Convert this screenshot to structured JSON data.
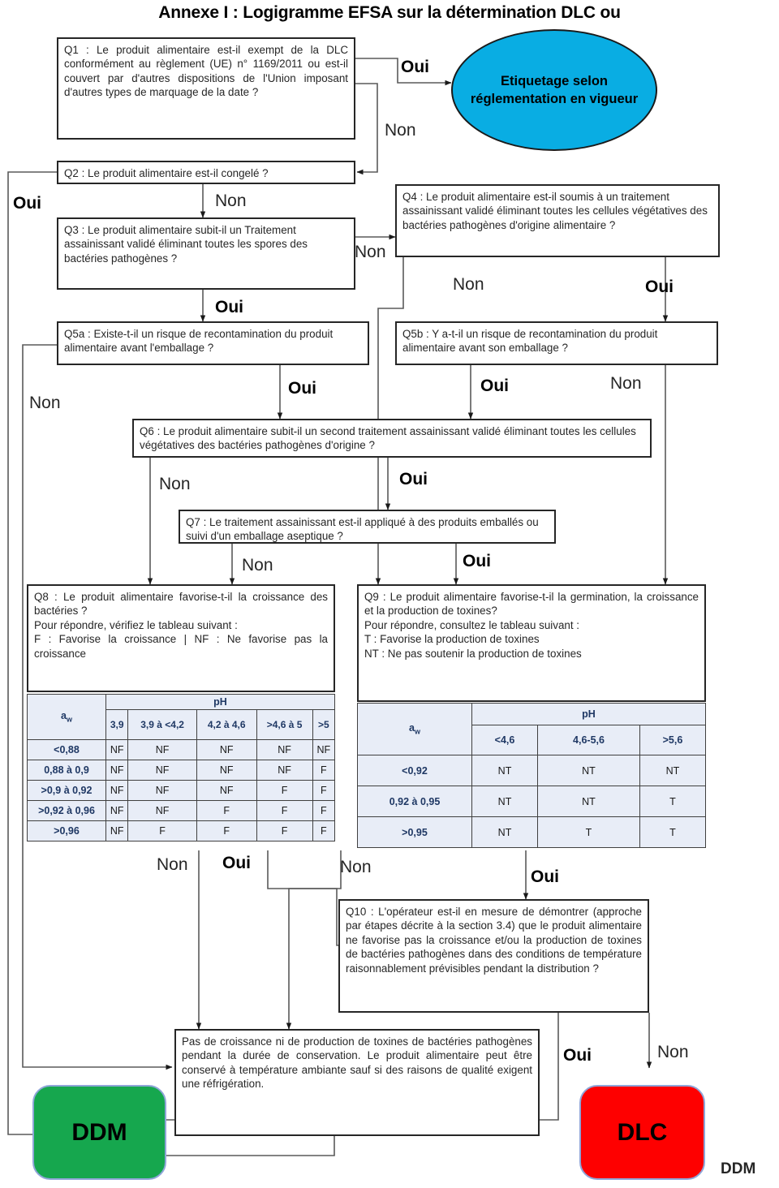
{
  "title": "Annexe I : Logigramme EFSA sur la détermination DLC ou",
  "corner_label": "DDM",
  "colors": {
    "ellipse_fill": "#09ADE3",
    "ddm_fill": "#16A74E",
    "dlc_fill": "#FE0000",
    "table_header_fill": "#E8EDF7",
    "table_header_text": "#1F3864",
    "box_border": "#262626"
  },
  "nodes": {
    "q1": "Q1 : Le produit alimentaire est-il exempt de la DLC conformément au règlement (UE) n° 1169/2011 ou est-il couvert par d'autres dispositions de l'Union imposant d'autres types de marquage de la date ?",
    "etiquetage": "Etiquetage selon réglementation en vigueur",
    "q2": "Q2 : Le produit alimentaire est-il congelé ?",
    "q3": "Q3 : Le produit alimentaire subit-il un Traitement assainissant validé éliminant  toutes les spores des bactéries pathogènes ?",
    "q4": "Q4 : Le produit alimentaire est-il soumis à un traitement assainissant validé éliminant toutes les cellules végétatives des bactéries pathogènes d'origine alimentaire ?",
    "q5a": "Q5a : Existe-t-il un risque de recontamination du produit alimentaire avant l'emballage ?",
    "q5b": "Q5b : Y a-t-il un risque de recontamination du produit alimentaire avant son emballage ?",
    "q6": "Q6 : Le produit alimentaire subit-il un second traitement assainissant validé éliminant toutes les cellules végétatives des bactéries pathogènes d'origine ?",
    "q7": "Q7 : Le traitement assainissant est-il appliqué à des produits emballés ou suivi d'un emballage aseptique ?",
    "q8": "Q8 : Le produit alimentaire favorise-t-il la croissance des bactéries ?\nPour répondre, vérifiez le tableau suivant :\nF : Favorise la croissance | NF : Ne favorise pas la croissance",
    "q9": "Q9 : Le produit alimentaire favorise-t-il la germination, la croissance et la production de toxines?\nPour répondre, consultez le tableau suivant :\nT : Favorise la production de toxines\nNT : Ne pas soutenir la production de toxines",
    "q10": "Q10 : L'opérateur est-il en mesure de démontrer (approche par étapes décrite à la section 3.4) que le produit alimentaire ne favorise pas la croissance et/ou la production de toxines de bactéries pathogènes dans des conditions de température raisonnablement prévisibles pendant la distribution ?",
    "conclusion": "Pas de croissance ni de production de toxines de bactéries pathogènes pendant la durée de conservation. Le produit alimentaire peut être conservé à température ambiante sauf si des raisons de qualité exigent une réfrigération.",
    "ddm": "DDM",
    "dlc": "DLC"
  },
  "edge_labels": {
    "q1_oui": "Oui",
    "q1_non": "Non",
    "q2_oui": "Oui",
    "q2_non": "Non",
    "q3_non": "Non",
    "q3_oui": "Oui",
    "q4_non": "Non",
    "q4_oui": "Oui",
    "q5a_non": "Non",
    "q5a_oui": "Oui",
    "q5b_oui": "Oui",
    "q5b_non": "Non",
    "q6_non": "Non",
    "q6_oui": "Oui",
    "q7_non": "Non",
    "q7_oui": "Oui",
    "q8_non": "Non",
    "q8_oui": "Oui",
    "q9_non": "Non",
    "q9_oui": "Oui",
    "q10_oui": "Oui",
    "q10_non": "Non"
  },
  "chart_data": {
    "type": "table",
    "tables": [
      {
        "name": "q8-growth-table",
        "corner": "aw",
        "group_header": "pH",
        "columns": [
          "3,9",
          "3,9 à <4,2",
          "4,2 à 4,6",
          ">4,6 à 5",
          ">5"
        ],
        "rows": [
          {
            "label": "<0,88",
            "values": [
              "NF",
              "NF",
              "NF",
              "NF",
              "NF"
            ]
          },
          {
            "label": "0,88 à 0,9",
            "values": [
              "NF",
              "NF",
              "NF",
              "NF",
              "F"
            ]
          },
          {
            "label": ">0,9 à 0,92",
            "values": [
              "NF",
              "NF",
              "NF",
              "F",
              "F"
            ]
          },
          {
            "label": ">0,92 à 0,96",
            "values": [
              "NF",
              "NF",
              "F",
              "F",
              "F"
            ]
          },
          {
            "label": ">0,96",
            "values": [
              "NF",
              "F",
              "F",
              "F",
              "F"
            ]
          }
        ]
      },
      {
        "name": "q9-toxin-table",
        "corner": "aw",
        "group_header": "pH",
        "columns": [
          "<4,6",
          "4,6-5,6",
          ">5,6"
        ],
        "rows": [
          {
            "label": "<0,92",
            "values": [
              "NT",
              "NT",
              "NT"
            ]
          },
          {
            "label": "0,92 à 0,95",
            "values": [
              "NT",
              "NT",
              "T"
            ]
          },
          {
            "label": ">0,95",
            "values": [
              "NT",
              "T",
              "T"
            ]
          }
        ]
      }
    ]
  }
}
